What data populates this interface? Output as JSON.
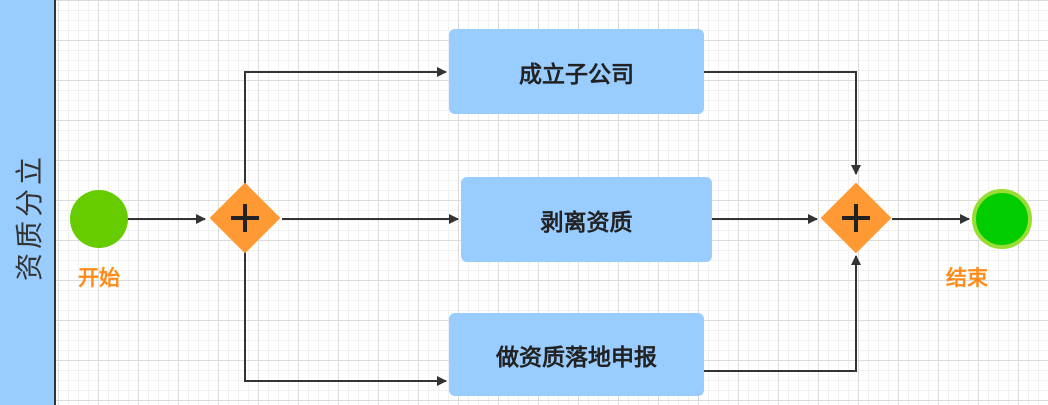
{
  "lane": {
    "title": "资质分立",
    "color": "#99ccff"
  },
  "events": {
    "start_label": "开始",
    "end_label": "结束",
    "label_color": "#ff8c1a"
  },
  "tasks": [
    {
      "label": "成立子公司"
    },
    {
      "label": "剥离资质"
    },
    {
      "label": "做资质落地申报"
    }
  ],
  "gateways": {
    "split_icon": "plus-icon",
    "join_icon": "plus-icon",
    "color": "#ff9933"
  },
  "colors": {
    "task_fill": "#99ccff",
    "start_fill": "#66cc00",
    "end_fill": "#00cc00",
    "edge": "#333333"
  }
}
